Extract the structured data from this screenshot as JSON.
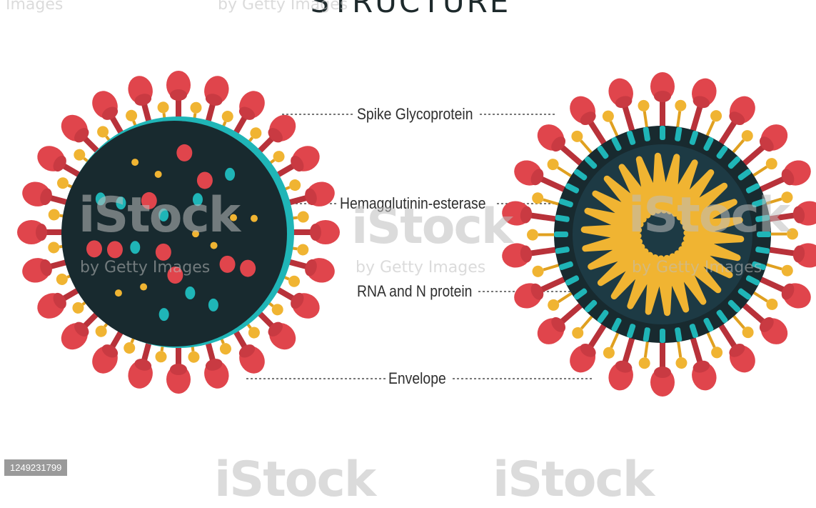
{
  "title": "STRUCTURE",
  "labels": {
    "spike": "Spike Glycoprotein",
    "hemagglutinin": "Hemagglutinin-esterase",
    "rna": "RNA and N protein",
    "envelope": "Envelope"
  },
  "watermarks": {
    "istock": "iStock",
    "getty": "by Getty Images",
    "getty_corner": "by Getty Images",
    "images_corner": "Images",
    "image_id": "1249231799"
  },
  "colors": {
    "spike_red": "#e0454c",
    "virus_body": "#182a2f",
    "inner_body": "#1d3a44",
    "teal": "#1fb5b7",
    "yellow_rna": "#f0b432",
    "text": "#2f2f2f"
  }
}
